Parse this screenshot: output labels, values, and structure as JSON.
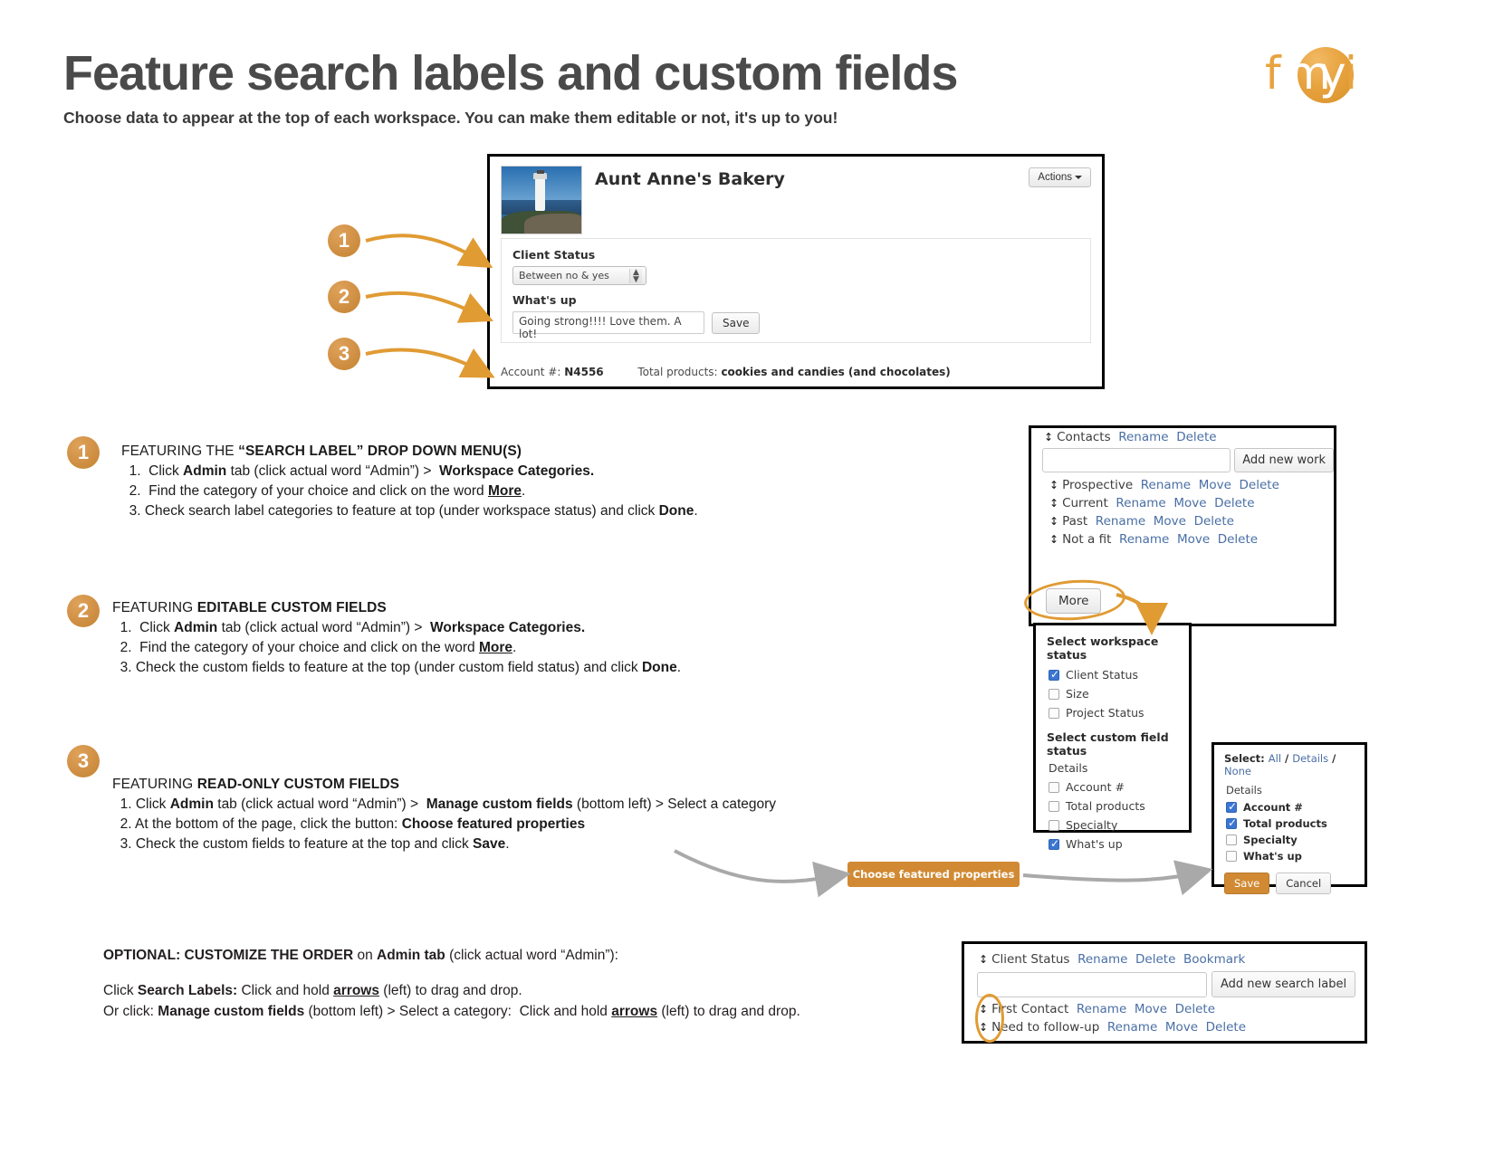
{
  "header": {
    "title": "Feature search labels and custom fields",
    "subtitle": "Choose data to appear at the top of each workspace. You can make them editable or not, it's up to you!",
    "logo": {
      "f": "f",
      "m": "m",
      "y": "y",
      "i": "i",
      "alt": "fmyi"
    }
  },
  "workspace_card": {
    "title": "Aunt Anne's Bakery",
    "actions_label": "Actions",
    "photo_alt": "lighthouse-photo",
    "client_status_label": "Client Status",
    "client_status_value": "Between no & yes",
    "whats_up_label": "What's up",
    "whats_up_value": "Going strong!!!! Love them. A lot!",
    "save_label": "Save",
    "footer_account_label": "Account #:",
    "footer_account_value": "N4556",
    "footer_products_label": "Total products:",
    "footer_products_value": "cookies and candies (and chocolates)"
  },
  "callouts": {
    "one": "1",
    "two": "2",
    "three": "3"
  },
  "sections": [
    {
      "badge": "1",
      "heading_plain": "FEATURING THE ",
      "heading_bold": "“SEARCH LABEL” DROP DOWN MENU(S)",
      "steps": [
        "1.  Click Admin tab (click actual word “Admin”) >  Workspace Categories.",
        "2.  Find the category of your choice and click on the word More.",
        "3. Check search label categories to feature at top (under workspace status) and click Done."
      ]
    },
    {
      "badge": "2",
      "heading_plain": "FEATURING ",
      "heading_bold": "EDITABLE CUSTOM FIELDS",
      "steps": [
        "1.  Click Admin tab (click actual word “Admin”) >  Workspace Categories.",
        "2.  Find the category of your choice and click on the word More.",
        "3. Check the custom fields to feature at the top (under custom field status) and click Done."
      ]
    },
    {
      "badge": "3",
      "heading_plain": "FEATURING ",
      "heading_bold": "READ-ONLY CUSTOM FIELDS",
      "steps": [
        "1. Click Admin tab (click actual word “Admin”) >  Manage custom fields (bottom left) > Select a category",
        "2. At the bottom of the page, click the button: Choose featured properties",
        "3. Check the custom fields to feature at the top and click Save."
      ]
    }
  ],
  "optional": {
    "heading_bold": "OPTIONAL: CUSTOMIZE THE ORDER",
    "heading_mid": " on ",
    "heading_bold2": "Admin tab",
    "heading_rest": " (click actual word “Admin”):",
    "line1_a": "Click ",
    "line1_b": "Search Labels:",
    "line1_c": " Click and hold ",
    "line1_d": "arrows",
    "line1_e": " (left) to drag and drop.",
    "line2_a": "Or click: ",
    "line2_b": "Manage custom fields",
    "line2_c": " (bottom left) > Select a category:  Click and hold ",
    "line2_d": "arrows",
    "line2_e": " (left) to drag and drop."
  },
  "panel_categories": {
    "arrows_icon": "↕",
    "title": "Contacts",
    "title_actions": [
      "Rename",
      "Delete"
    ],
    "input_value": "",
    "add_button": "Add new work",
    "rows": [
      {
        "name": "Prospective",
        "actions": [
          "Rename",
          "Move",
          "Delete"
        ]
      },
      {
        "name": "Current",
        "actions": [
          "Rename",
          "Move",
          "Delete"
        ]
      },
      {
        "name": "Past",
        "actions": [
          "Rename",
          "Move",
          "Delete"
        ]
      },
      {
        "name": "Not a fit",
        "actions": [
          "Rename",
          "Move",
          "Delete"
        ]
      }
    ]
  },
  "more_button": {
    "label": "More"
  },
  "panel_status": {
    "workspace_heading": "Select workspace status",
    "workspace_items": [
      {
        "label": "Client Status",
        "checked": true
      },
      {
        "label": "Size",
        "checked": false
      },
      {
        "label": "Project Status",
        "checked": false
      }
    ],
    "custom_heading": "Select custom field status",
    "custom_group": "Details",
    "custom_items": [
      {
        "label": "Account #",
        "checked": false
      },
      {
        "label": "Total products",
        "checked": false
      },
      {
        "label": "Specialty",
        "checked": false
      },
      {
        "label": "What's up",
        "checked": true
      }
    ]
  },
  "panel_featured": {
    "select_label": "Select:",
    "select_links": [
      "All",
      "Details",
      "None"
    ],
    "group": "Details",
    "items": [
      {
        "label": "Account #",
        "checked": true
      },
      {
        "label": "Total products",
        "checked": true
      },
      {
        "label": "Specialty",
        "checked": false
      },
      {
        "label": "What's up",
        "checked": false
      }
    ],
    "save_label": "Save",
    "cancel_label": "Cancel"
  },
  "choose_featured_button": {
    "label": "Choose featured properties"
  },
  "panel_searchlabels": {
    "arrows_icon": "↕",
    "title": "Client Status",
    "title_actions": [
      "Rename",
      "Delete",
      "Bookmark"
    ],
    "input_value": "",
    "add_button": "Add new search label",
    "rows": [
      {
        "name": "First Contact",
        "actions": [
          "Rename",
          "Move",
          "Delete"
        ]
      },
      {
        "name": "Need to follow-up",
        "actions": [
          "Rename",
          "Move",
          "Delete"
        ]
      }
    ]
  },
  "colors": {
    "accent_orange": "#d18a33",
    "badge_orange": "#cf8f43",
    "link_blue": "#4a6fa5",
    "checkbox_blue": "#3b76d1",
    "title_gray": "#4a4a4a"
  }
}
